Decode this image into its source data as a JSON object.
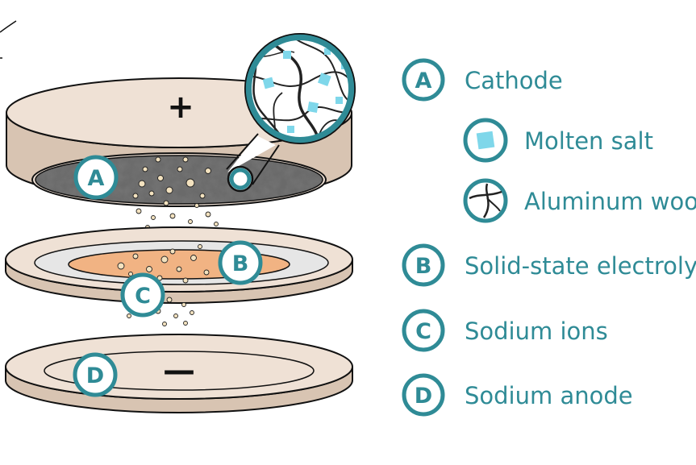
{
  "colors": {
    "teal": "#2f8b96",
    "disc_face": "#efe1d5",
    "disc_side": "#d8c4b2",
    "outline": "#111111",
    "cathode_core": "#5d5d5d",
    "electrolyte_ring": "#e6e6e6",
    "electrolyte_core": "#f1b383",
    "particle": "#f3e2bf",
    "salt": "#7fd7ea"
  },
  "diagram": {
    "cathode_sign": "+",
    "anode_sign": "—",
    "badges": {
      "a": "A",
      "b": "B",
      "c": "C",
      "d": "D"
    }
  },
  "legend": [
    {
      "letter": "A",
      "label": "Cathode"
    },
    {
      "icon": "molten-salt-icon",
      "label": "Molten salt"
    },
    {
      "icon": "aluminum-wool-icon",
      "label": "Aluminum wool"
    },
    {
      "letter": "B",
      "label": "Solid-state electrolyte"
    },
    {
      "letter": "C",
      "label": "Sodium ions"
    },
    {
      "letter": "D",
      "label": "Sodium anode"
    }
  ]
}
